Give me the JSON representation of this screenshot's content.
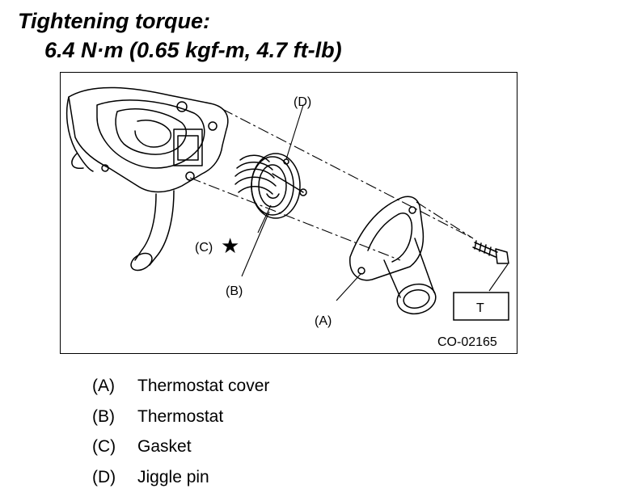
{
  "heading": {
    "title": "Tightening torque:",
    "value": "6.4 N·m (0.65 kgf-m, 4.7 ft-lb)"
  },
  "figure": {
    "callouts": {
      "a": "(A)",
      "b": "(B)",
      "c": "(C)",
      "d": "(D)"
    },
    "torque_box_label": "T",
    "figure_id": "CO-02165"
  },
  "legend": [
    {
      "code": "(A)",
      "label": "Thermostat cover"
    },
    {
      "code": "(B)",
      "label": "Thermostat"
    },
    {
      "code": "(C)",
      "label": "Gasket"
    },
    {
      "code": "(D)",
      "label": "Jiggle pin"
    }
  ]
}
